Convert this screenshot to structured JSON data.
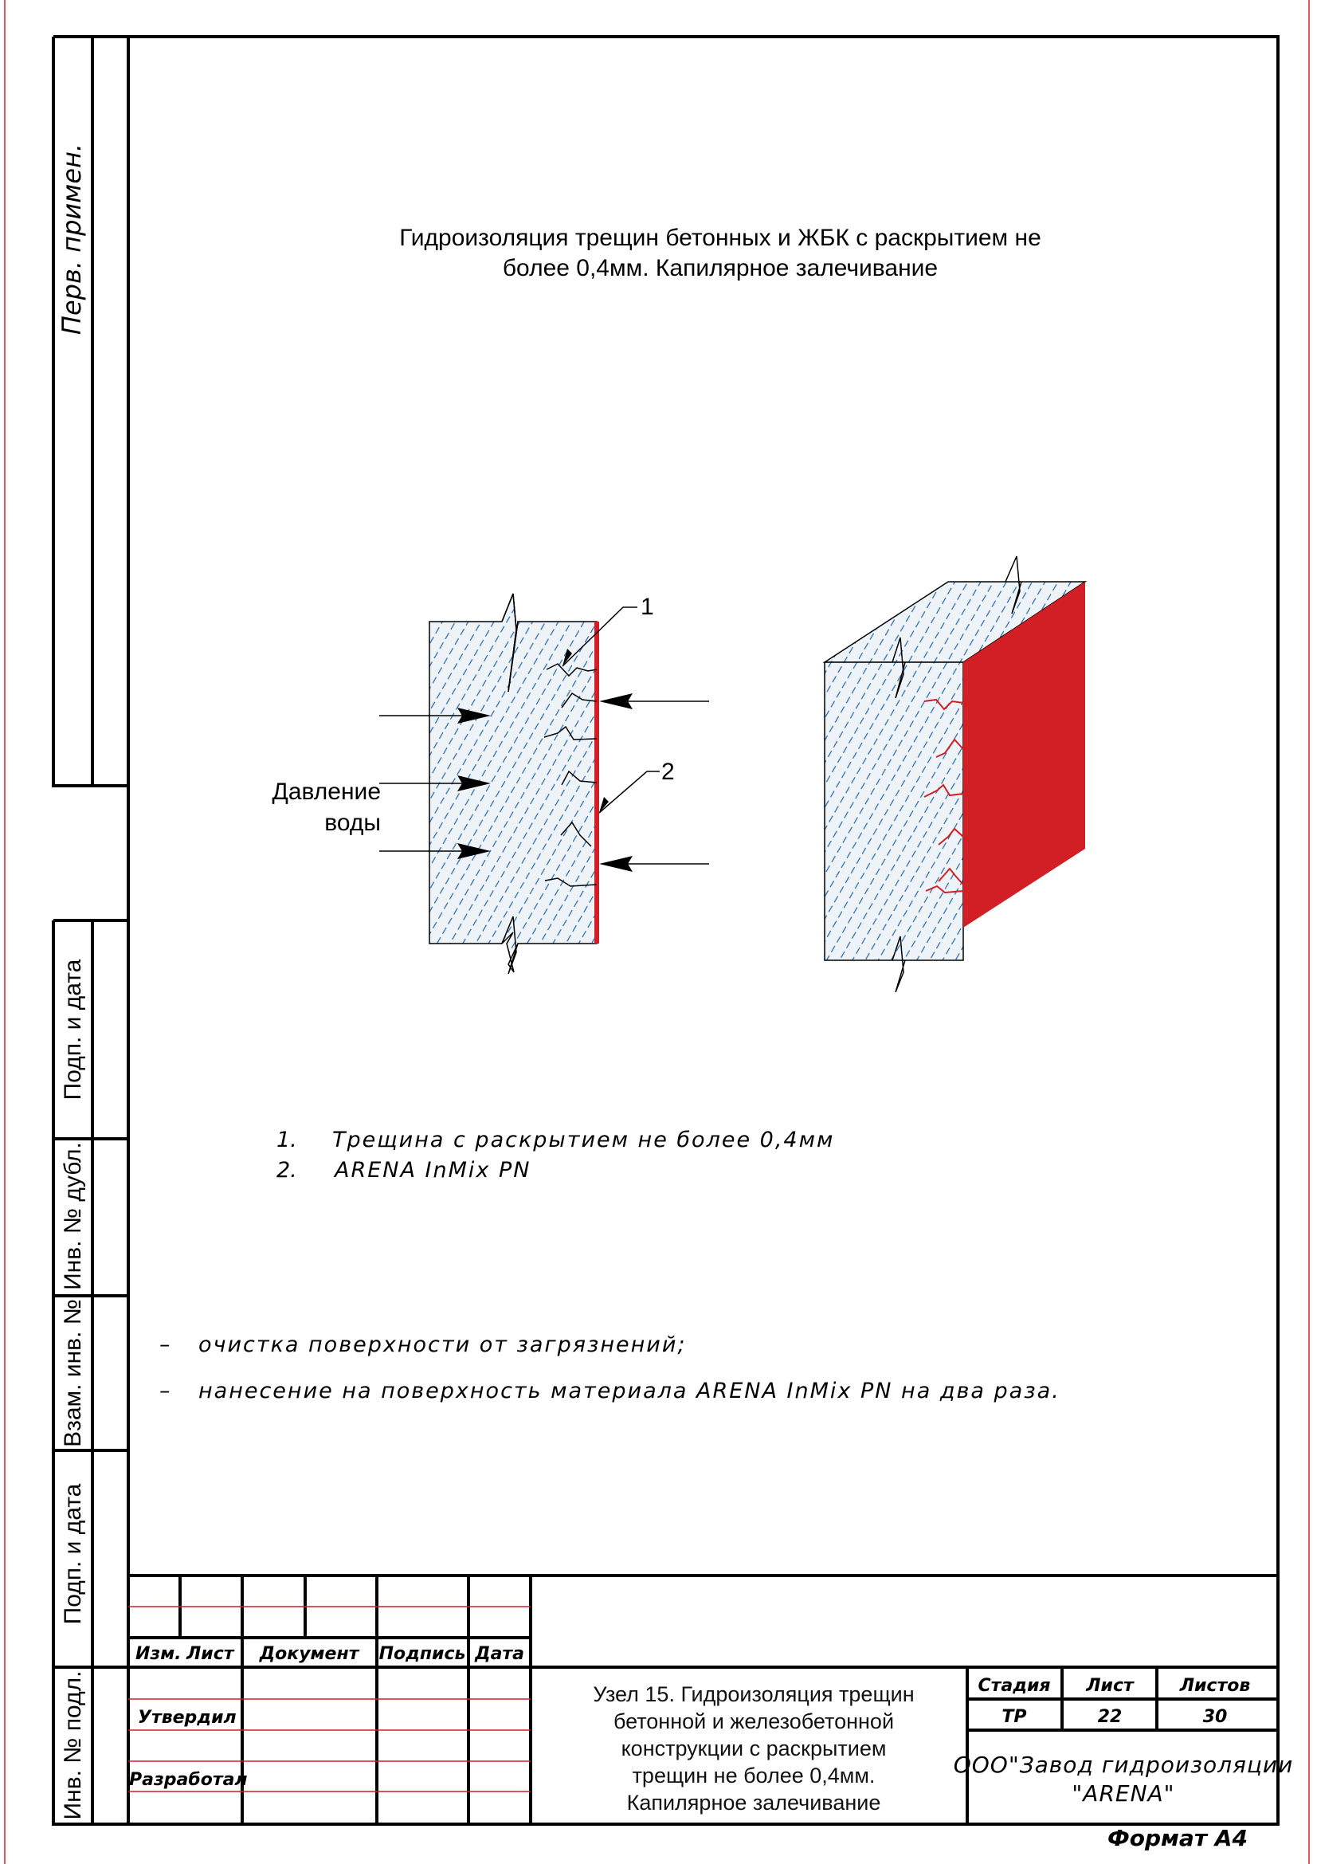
{
  "title": {
    "line1": "Гидроизоляция трещин бетонных и ЖБК с раскрытием не",
    "line2": "более 0,4мм. Капилярное залечивание"
  },
  "drawing": {
    "callout_1": "1",
    "callout_2": "2",
    "pressure_label_1": "Давление",
    "pressure_label_2": "воды",
    "coating_color": "#d21f26"
  },
  "legend": [
    {
      "num": "1.",
      "text": "Трещина с раскрытием не более 0,4мм"
    },
    {
      "num": "2.",
      "text": "ARENA InMix PN"
    }
  ],
  "steps": [
    {
      "bullet": "–",
      "text": "очистка поверхности от загрязнений;"
    },
    {
      "bullet": "–",
      "text": "нанесение на поверхность материала  ARENA InMix PN на два раза."
    }
  ],
  "side_stamp": [
    "Перв. примен.",
    "Подп. и дата",
    "Инв. № дубл.",
    "Взам. инв. №",
    "Подп. и дата",
    "Инв. № подл."
  ],
  "title_block": {
    "headers": [
      "Изм.",
      "Лист",
      "Документ",
      "Подпись",
      "Дата"
    ],
    "approved": "Утвердил",
    "developed": "Разработал",
    "description": [
      "Узел 15. Гидроизоляция трещин",
      "бетонной и железобетонной",
      "конструкции с раскрытием",
      "трещин не более 0,4мм.",
      "Капилярное залечивание"
    ],
    "stage_label": "Стадия",
    "sheet_label": "Лист",
    "sheets_label": "Листов",
    "stage": "ТР",
    "sheet": "22",
    "sheets": "30",
    "company_1": "ООО\"Завод гидроизоляции",
    "company_2": "\"ARENA\""
  },
  "format": "Формат А4"
}
